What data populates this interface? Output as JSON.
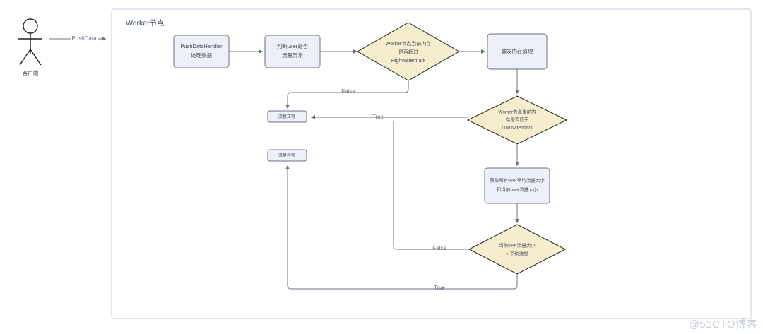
{
  "diagram": {
    "type": "flowchart",
    "watermark": "@51CTO博客",
    "lane": {
      "title": "Worker节点",
      "border_color": "#c6cbd8",
      "fill": "#ffffff"
    },
    "colors": {
      "process_fill": "#eef0f9",
      "process_stroke": "#6b7280",
      "decision_fill": "#f6ecce",
      "decision_stroke": "#23201a",
      "line": "#6b7280",
      "text": "#3d4a5c",
      "label_text": "#6b7280",
      "actor": "#222222",
      "watermark": "#c9cde0"
    },
    "actor": {
      "name": "客户端"
    },
    "nodes": [
      {
        "id": "push_handler",
        "shape": "process",
        "lines": [
          "PushDataHandler",
          "处理数据"
        ]
      },
      {
        "id": "judge_user",
        "shape": "process",
        "lines": [
          "判断user是否",
          "流量异常"
        ]
      },
      {
        "id": "high_watermark",
        "shape": "decision",
        "lines": [
          "Worker节点当前内存",
          "是否超过",
          "HighWatermark"
        ]
      },
      {
        "id": "trigger_clean",
        "shape": "process",
        "lines": [
          "触发内存清理"
        ]
      },
      {
        "id": "low_watermark",
        "shape": "decision",
        "lines": [
          "Worker节点当前内",
          "存是否低于",
          "LowWatermark"
        ]
      },
      {
        "id": "traffic_normal_top",
        "shape": "process",
        "lines": [
          "流量正常"
        ]
      },
      {
        "id": "traffic_abnormal",
        "shape": "process",
        "lines": [
          "流量异常"
        ]
      },
      {
        "id": "get_avg",
        "shape": "process",
        "lines": [
          "获取所有user平均流量大小",
          "和当前user流量大小"
        ]
      },
      {
        "id": "compare_avg",
        "shape": "decision",
        "lines": [
          "当前user流量大小",
          "> 平均流量"
        ]
      }
    ],
    "edges": [
      {
        "id": "actor-to-handler",
        "label": "PushData"
      },
      {
        "id": "handler-to-judge",
        "label": ""
      },
      {
        "id": "judge-to-high",
        "label": ""
      },
      {
        "id": "high-true-to-clean",
        "label": ""
      },
      {
        "id": "high-false-to-normal",
        "label": "False"
      },
      {
        "id": "clean-to-low",
        "label": ""
      },
      {
        "id": "low-true-to-normal",
        "label": "True"
      },
      {
        "id": "low-false-to-avg",
        "label": ""
      },
      {
        "id": "avg-to-compare",
        "label": ""
      },
      {
        "id": "compare-false-to-normal",
        "label": "False"
      },
      {
        "id": "compare-true-to-abnormal",
        "label": "True"
      }
    ]
  }
}
